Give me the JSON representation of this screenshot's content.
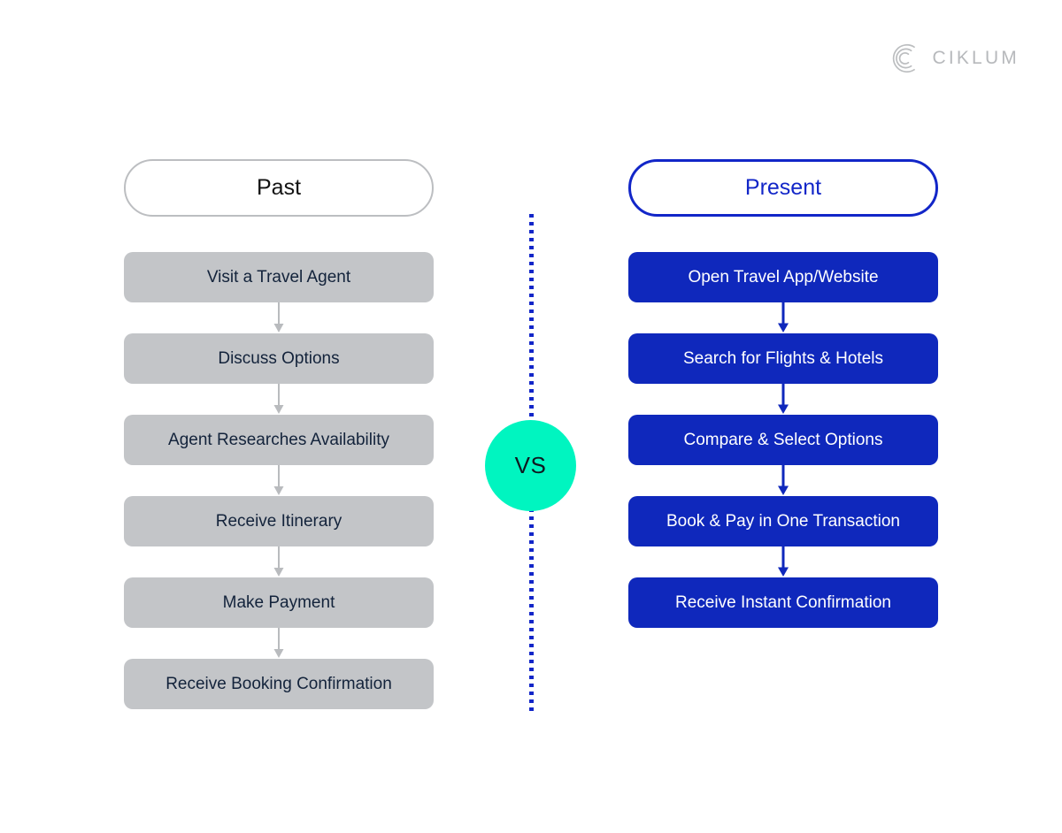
{
  "brand": {
    "name": "CIKLUM",
    "logo_icon": "ciklum-arcs-c-logo",
    "logo_color": "#b7b9bc"
  },
  "colors": {
    "background": "#ffffff",
    "past_box": "#c3c5c8",
    "past_text": "#13233b",
    "past_border": "#bcbec1",
    "present_box": "#0f28bc",
    "present_text": "#ffffff",
    "present_accent": "#1226c8",
    "vs_badge": "#00f5c0",
    "vs_text": "#101820",
    "past_arrow": "#b9bbbe",
    "present_arrow": "#0f28bc",
    "divider": "#1226c8"
  },
  "columns": [
    {
      "id": "past",
      "header": "Past",
      "steps": [
        "Visit a Travel Agent",
        "Discuss Options",
        "Agent Researches Availability",
        "Receive Itinerary",
        "Make Payment",
        "Receive Booking Confirmation"
      ]
    },
    {
      "id": "present",
      "header": "Present",
      "steps": [
        "Open Travel App/Website",
        "Search for Flights & Hotels",
        "Compare & Select Options",
        "Book & Pay in One Transaction",
        "Receive Instant Confirmation"
      ]
    }
  ],
  "divider": {
    "vs_label": "VS",
    "style": "dotted-vertical"
  }
}
